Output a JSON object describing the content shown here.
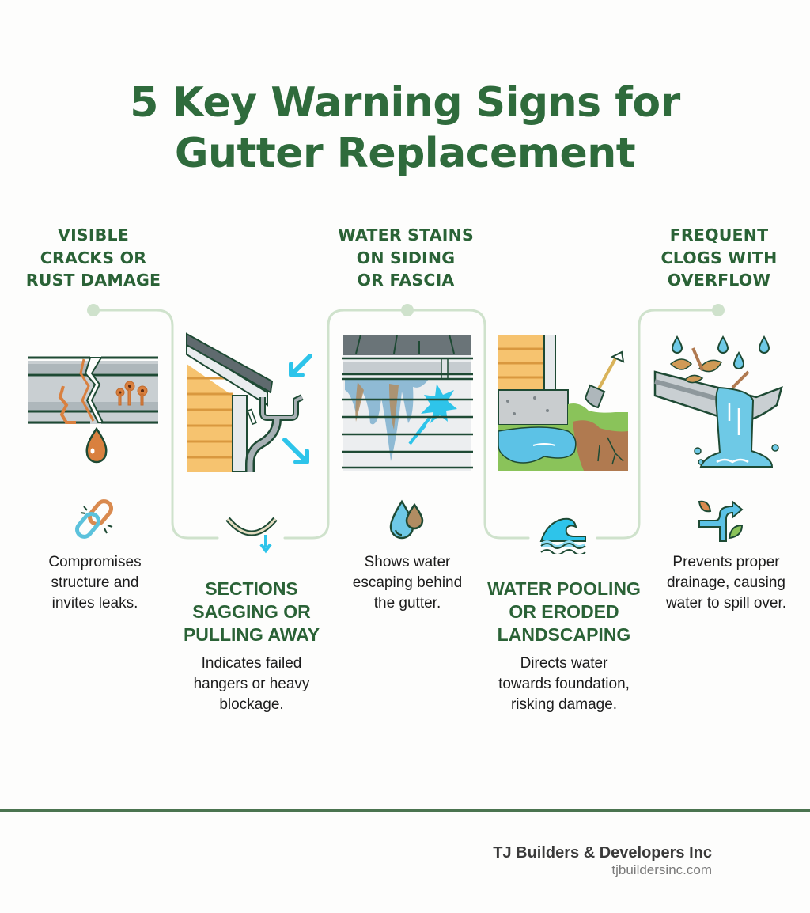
{
  "title": {
    "line1": "5 Key Warning Signs for",
    "line2": "Gutter Replacement"
  },
  "colors": {
    "title_green": "#2f6b3c",
    "heading_green": "#2a6236",
    "connector": "#cfe2cc",
    "water_blue": "#2ec4ea",
    "rust_orange": "#d9803f",
    "siding_yellow": "#f6c36f",
    "rule": "#4b7450"
  },
  "signs": [
    {
      "id": "cracks",
      "heading": [
        "VISIBLE",
        "CRACKS OR",
        "RUST DAMAGE"
      ],
      "description": [
        "Compromises",
        "structure and",
        "invites leaks."
      ],
      "illustration": "cracked-rusty-gutter",
      "icon": "broken-chain-icon"
    },
    {
      "id": "sagging",
      "heading": [
        "SECTIONS",
        "SAGGING OR",
        "PULLING AWAY"
      ],
      "description": [
        "Indicates failed",
        "hangers or heavy",
        "blockage."
      ],
      "illustration": "gutter-pulling-away-from-fascia",
      "icon": "sagging-curve-icon"
    },
    {
      "id": "stains",
      "heading": [
        "WATER STAINS",
        "ON SIDING",
        "OR FASCIA"
      ],
      "description": [
        "Shows water",
        "escaping behind",
        "the gutter."
      ],
      "illustration": "stained-siding",
      "icon": "water-drops-icon"
    },
    {
      "id": "pooling",
      "heading": [
        "WATER POOLING",
        "OR ERODED",
        "LANDSCAPING"
      ],
      "description": [
        "Directs water",
        "towards foundation,",
        "risking damage."
      ],
      "illustration": "pooling-eroded-foundation",
      "icon": "wave-icon"
    },
    {
      "id": "clogs",
      "heading": [
        "FREQUENT",
        "CLOGS WITH",
        "OVERFLOW"
      ],
      "description": [
        "Prevents proper",
        "drainage, causing",
        "water to spill over."
      ],
      "illustration": "clogged-overflowing-gutter",
      "icon": "diverted-flow-leaves-icon"
    }
  ],
  "footer": {
    "company": "TJ Builders & Developers Inc",
    "website": "tjbuildersinc.com"
  }
}
